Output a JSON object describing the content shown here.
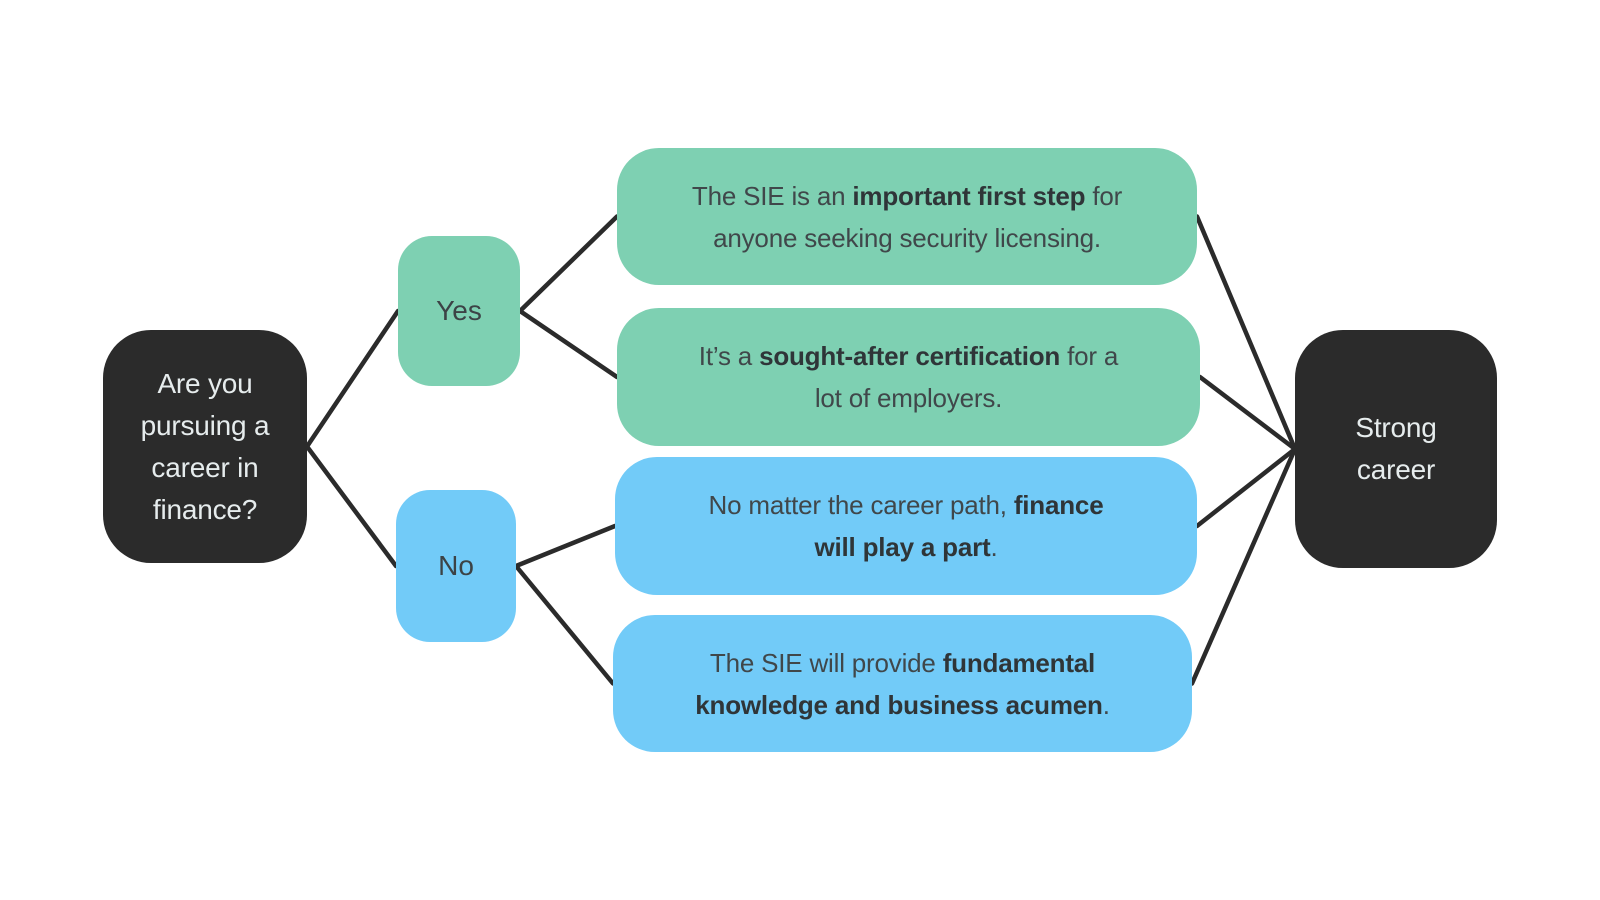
{
  "colors": {
    "background": "#ffffff",
    "dark_node_fill": "#2b2b2b",
    "green_node_fill": "#7ed0b2",
    "blue_node_fill": "#72cbf8",
    "connector": "#2b2b2b",
    "dark_node_text": "#e6eced",
    "body_text": "#40474a",
    "bold_text": "#2f3538"
  },
  "diagram": {
    "start_node": {
      "lines": [
        "Are you",
        "pursuing a",
        "career in",
        "finance?"
      ]
    },
    "yes_node": {
      "label": "Yes"
    },
    "no_node": {
      "label": "No"
    },
    "yes_outcomes": [
      {
        "lines": [
          [
            {
              "t": "The SIE is an "
            },
            {
              "t": "important first step",
              "b": true
            },
            {
              "t": " for"
            }
          ],
          [
            {
              "t": "anyone seeking security licensing."
            }
          ]
        ]
      },
      {
        "lines": [
          [
            {
              "t": "It’s a "
            },
            {
              "t": "sought-after certification",
              "b": true
            },
            {
              "t": " for a"
            }
          ],
          [
            {
              "t": "lot of employers."
            }
          ]
        ]
      }
    ],
    "no_outcomes": [
      {
        "lines": [
          [
            {
              "t": "No matter the career path, "
            },
            {
              "t": "finance",
              "b": true
            }
          ],
          [
            {
              "t": "will play a part",
              "b": true
            },
            {
              "t": "."
            }
          ]
        ]
      },
      {
        "lines": [
          [
            {
              "t": "The SIE will provide "
            },
            {
              "t": "fundamental",
              "b": true
            }
          ],
          [
            {
              "t": "knowledge and business acumen",
              "b": true
            },
            {
              "t": "."
            }
          ]
        ]
      }
    ],
    "end_node": {
      "lines": [
        "Strong",
        "career"
      ]
    },
    "edges": [
      {
        "from": "start",
        "to": "yes"
      },
      {
        "from": "start",
        "to": "no"
      },
      {
        "from": "yes",
        "to": "outcome-yes-1"
      },
      {
        "from": "yes",
        "to": "outcome-yes-2"
      },
      {
        "from": "no",
        "to": "outcome-no-1"
      },
      {
        "from": "no",
        "to": "outcome-no-2"
      },
      {
        "from": "outcome-yes-1",
        "to": "end"
      },
      {
        "from": "outcome-yes-2",
        "to": "end"
      },
      {
        "from": "outcome-no-1",
        "to": "end"
      },
      {
        "from": "outcome-no-2",
        "to": "end"
      }
    ]
  }
}
